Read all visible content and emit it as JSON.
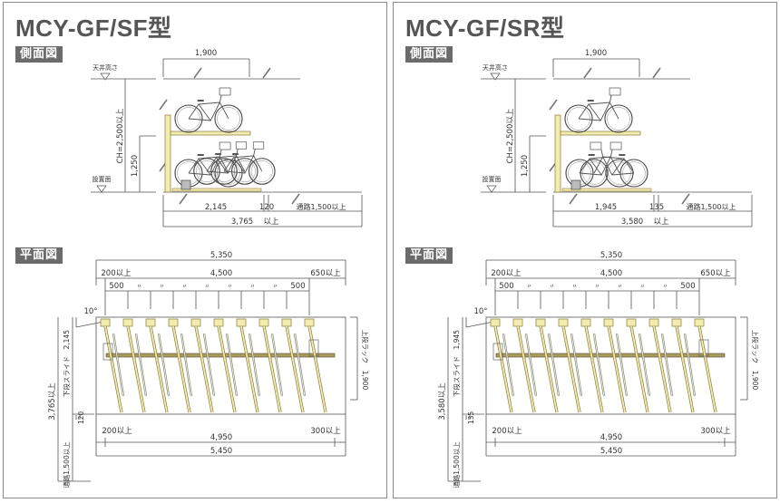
{
  "panels": [
    {
      "id": "sf",
      "title": "MCY-GF/SF型",
      "side_view": {
        "label": "側面図",
        "ceiling_label": "天井高さ",
        "floor_label": "設置面",
        "dim_top": "1,900",
        "dim_ceiling_height": "CH=2,500以上",
        "dim_lower_height": "1,250",
        "dim_bottom_a": "2,145",
        "dim_bottom_b": "120",
        "dim_aisle": "通路1,500以上",
        "dim_total": "3,765",
        "dim_total_suffix": "以上",
        "lower_bikes": "staggered"
      },
      "plan_view": {
        "label": "平面図",
        "dim_overall_top": "5,350",
        "dim_left_margin": "200以上",
        "dim_span": "4,500",
        "dim_right_margin": "650以上",
        "pitch_first": "500",
        "pitch_ditto": "〃",
        "pitch_last": "500",
        "pitch_count": 9,
        "angle": "10°",
        "dim_lower_slide": "下段スライド",
        "dim_lower_slide_value": "2,145",
        "dim_gap": "120",
        "dim_total_depth": "3,765以上",
        "dim_aisle": "通路1,500以上",
        "dim_upper_rack": "上段ラック",
        "dim_upper_rack_value": "1,900",
        "dim_bottom_left": "200以上",
        "dim_bottom_span": "4,950",
        "dim_bottom_right": "300以上",
        "dim_overall_bottom": "5,450",
        "rack_slots": 10
      }
    },
    {
      "id": "sr",
      "title": "MCY-GF/SR型",
      "side_view": {
        "label": "側面図",
        "ceiling_label": "天井高さ",
        "floor_label": "設置面",
        "dim_top": "1,900",
        "dim_ceiling_height": "CH=2,500以上",
        "dim_lower_height": "1,250",
        "dim_bottom_a": "1,945",
        "dim_bottom_b": "135",
        "dim_aisle": "通路1,500以上",
        "dim_total": "3,580",
        "dim_total_suffix": "以上",
        "lower_bikes": "facing"
      },
      "plan_view": {
        "label": "平面図",
        "dim_overall_top": "5,350",
        "dim_left_margin": "200以上",
        "dim_span": "4,500",
        "dim_right_margin": "650以上",
        "pitch_first": "500",
        "pitch_ditto": "〃",
        "pitch_last": "500",
        "pitch_count": 9,
        "angle": "10°",
        "dim_lower_slide": "下段スライド",
        "dim_lower_slide_value": "1,945",
        "dim_gap": "135",
        "dim_total_depth": "3,580以上",
        "dim_aisle": "通路1,500以上",
        "dim_upper_rack": "上段ラック",
        "dim_upper_rack_value": "1,900",
        "dim_bottom_left": "200以上",
        "dim_bottom_span": "4,950",
        "dim_bottom_right": "300以上",
        "dim_overall_bottom": "5,450",
        "rack_slots": 10
      }
    }
  ],
  "colors": {
    "line": "#555555",
    "rack_fill": "#f3ecb0",
    "rack_stroke": "#8a7a3a",
    "badge_bg": "#6b6b6b",
    "title": "#555555"
  }
}
